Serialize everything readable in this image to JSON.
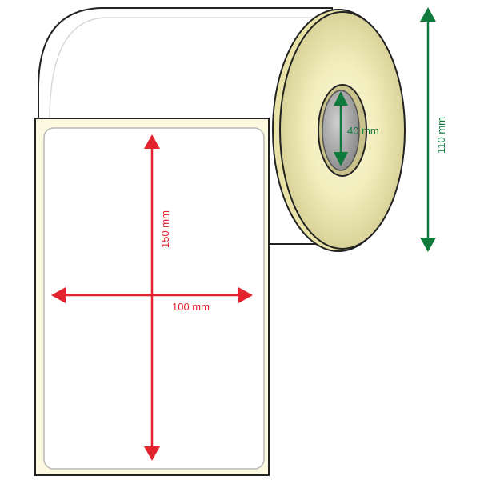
{
  "dimensions": {
    "label_height": "150 mm",
    "label_width": "100 mm",
    "core_diameter": "40 mm",
    "roll_diameter": "110 mm"
  },
  "colors": {
    "label_arrow": "#e3232e",
    "core_arrow": "#0f7a3c",
    "roll_edge": "#d9d39a",
    "core_hole": "#8f8f8f",
    "outline": "#222222"
  }
}
